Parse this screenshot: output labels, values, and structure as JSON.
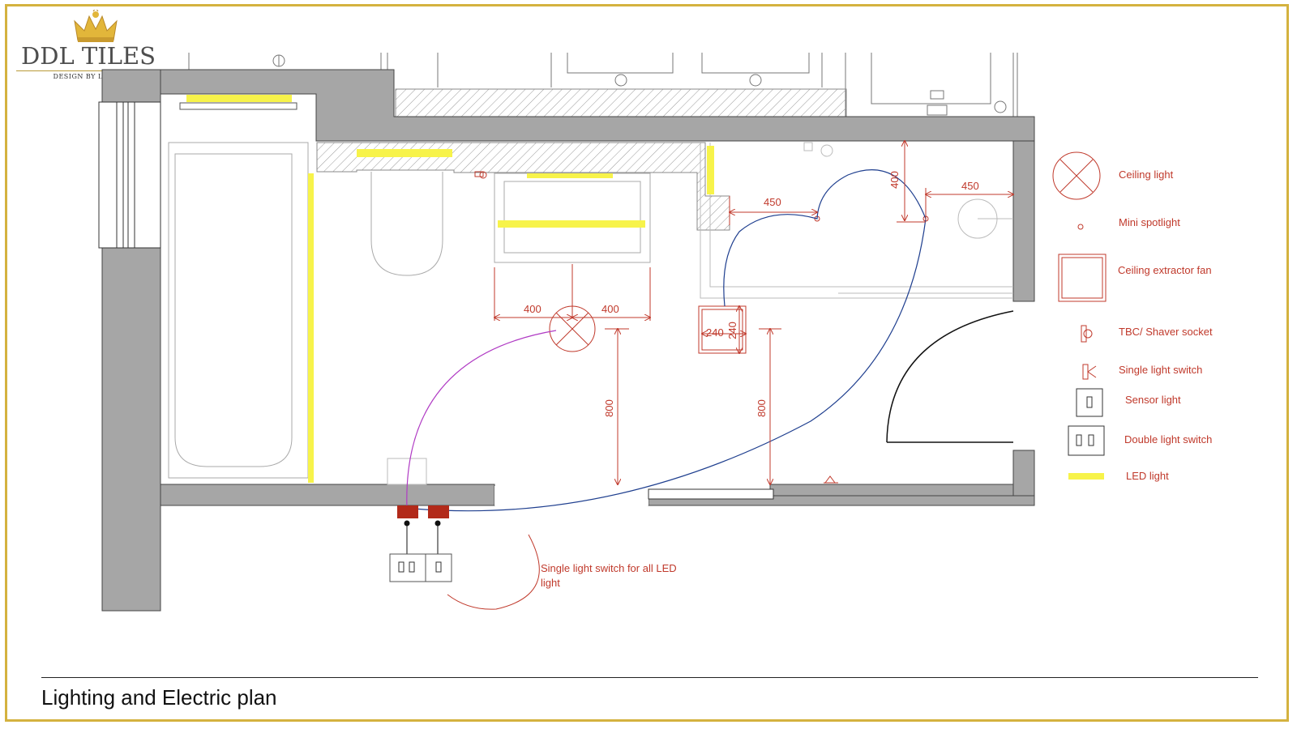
{
  "logo": {
    "name": "DDL TILES",
    "tagline": "DESIGN BY LUSSO"
  },
  "plan": {
    "dimensions": {
      "d1": "400",
      "d2": "400",
      "d3": "800",
      "d4": "800",
      "d5": "240",
      "d6": "240",
      "d7": "450",
      "d8": "400",
      "d9": "450"
    },
    "note": "Single light switch for all LED light"
  },
  "legend": {
    "ceiling_light": "Ceiling light",
    "mini_spotlight": "Mini spotlight",
    "extractor_fan": "Ceiling extractor fan",
    "shaver_socket": "TBC/ Shaver socket",
    "single_switch": "Single light switch",
    "sensor_light": "Sensor light",
    "double_switch": "Double light switch",
    "led_light": "LED light"
  },
  "footer": {
    "title": "Lighting and Electric plan"
  },
  "colors": {
    "wall": "#a6a6a6",
    "led": "#f7f34a",
    "annotation": "#c0392b",
    "frame": "#d4b23f",
    "circuit_blue": "#1f3f8f",
    "circuit_purple": "#b03bc4"
  }
}
